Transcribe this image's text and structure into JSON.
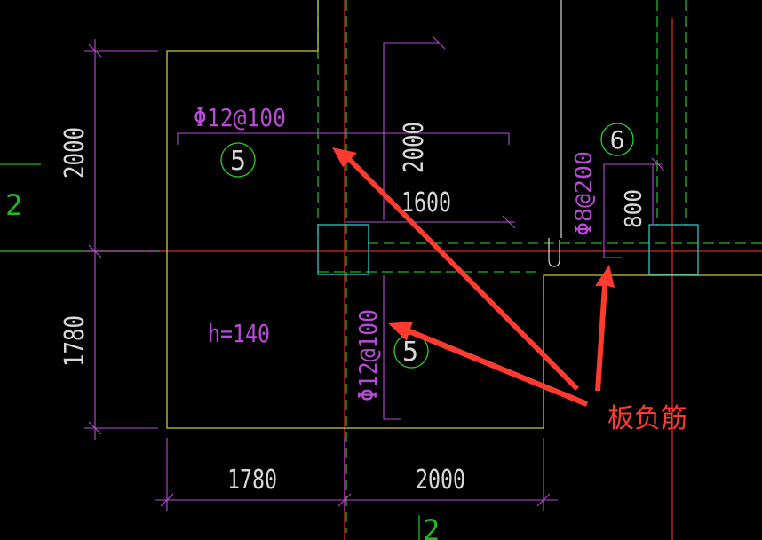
{
  "drawing": {
    "background": "#000000",
    "colors": {
      "dimension": "#b84cd6",
      "slab_edge": "#c8c83a",
      "axis_red": "#d12a2a",
      "axis_green": "#1fb81f",
      "column": "#28b8b8",
      "bubble": "#2ad22a",
      "annotation": "#ff3b2f",
      "white_line": "#d8d8d8"
    },
    "dimensions": {
      "left_upper": "2000",
      "left_lower": "1780",
      "bottom_left": "1780",
      "bottom_right": "2000",
      "rebar_a_length": "1600",
      "rebar_a_extension": "2000",
      "rebar_c_length": "800"
    },
    "rebar_labels": {
      "upper": "Φ12@100",
      "vertical": "Φ12@100",
      "right": "Φ8@200"
    },
    "bubbles": {
      "upper": "5",
      "lower": "5",
      "right": "6"
    },
    "slab_thickness": "h=140",
    "axis_labels": {
      "left": "2",
      "bottom": "2"
    },
    "annotation": {
      "text": "板负筋"
    }
  }
}
